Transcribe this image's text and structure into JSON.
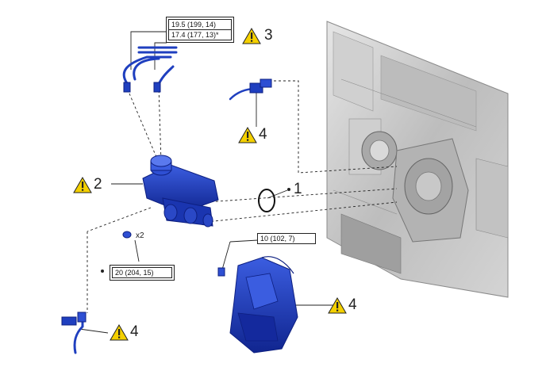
{
  "torque_specs": {
    "brake_lines_upper": "19.5 (199, 14)",
    "brake_lines_lower": "17.4 (177, 13)*",
    "mount_nut": "20 (204, 15)",
    "bracket_bolt": "10 (102, 7)"
  },
  "callouts": {
    "brake_lines": "3",
    "master_cylinder": "2",
    "gasket": "1",
    "harness_upper": "4",
    "harness_lower": "4",
    "booster_bracket": "4"
  },
  "labels": {
    "quantity": "x2"
  },
  "colors": {
    "part_blue": "#1f3fbf",
    "part_dark": "#0d1f80",
    "warning_yellow": "#f4d000",
    "firewall_gray": "#c8c8c8"
  },
  "icons": [
    "warning-triangle-icon"
  ]
}
